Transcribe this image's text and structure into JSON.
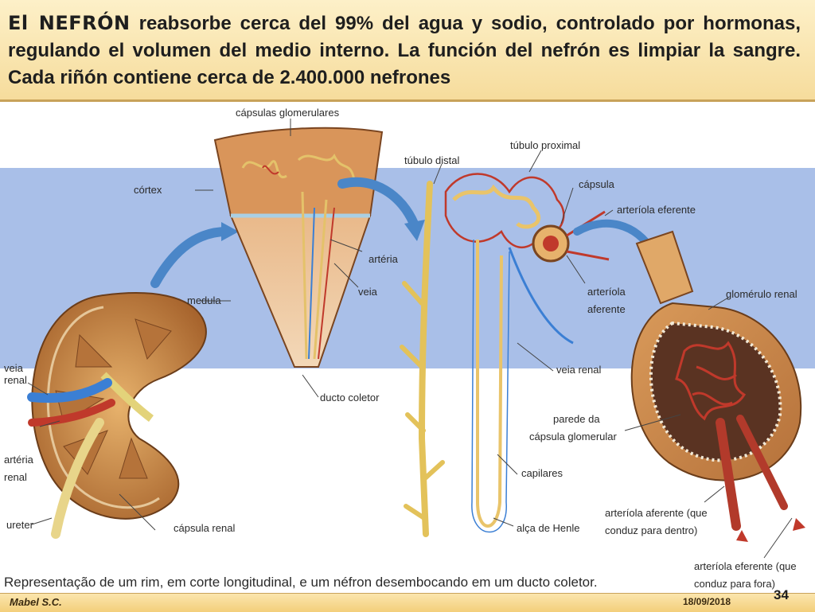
{
  "header": {
    "title_bold": "El NEFRÓN",
    "title_rest": " reabsorbe cerca del 99% del agua y sodio, controlado por hormonas, regulando el volumen del medio interno. La función del nefrón es limpiar la sangre. Cada riñón contiene cerca de 2.400.000 nefrones"
  },
  "diagram": {
    "labels": {
      "capsulas": "cápsulas glomerulares",
      "cortex": "córtex",
      "medula": "medula",
      "arteria": "artéria",
      "veia": "veia",
      "veia_renal_1": "veia",
      "veia_renal_2": "renal",
      "arteria_renal_1": "artéria",
      "arteria_renal_2": "renal",
      "ureter": "ureter",
      "capsula_renal": "cápsula renal",
      "ducto_coletor": "ducto coletor",
      "tubulo_distal": "túbulo distal",
      "tubulo_proximal": "túbulo proximal",
      "capsula": "cápsula",
      "arteriola_eferente": "arteríola eferente",
      "arteriola_aferente_1": "arteríola",
      "arteriola_aferente_2": "aferente",
      "glomerulo_renal": "glomérulo renal",
      "veia_renal_nefron": "veia renal",
      "parede_1": "parede da",
      "parede_2": "cápsula glomerular",
      "capilares": "capilares",
      "alca_henle": "alça de Henle",
      "aferente_para_dentro_1": "arteríola aferente (que",
      "aferente_para_dentro_2": "conduz para dentro)",
      "eferente_para_fora_1": "arteríola eferente (que",
      "eferente_para_fora_2": "conduz para fora)"
    },
    "caption": "Representação de um rim, em corte longitudinal, e um néfron desembocando em um ducto coletor."
  },
  "footer": {
    "author": "Mabel S.C.",
    "date": "18/09/2018",
    "page": "34"
  },
  "colors": {
    "blue_band": "#a9bfe8",
    "kidney": "#c98a4e",
    "artery": "#c0392b",
    "vein": "#3b7fd4",
    "tubule": "#e9c46a"
  }
}
